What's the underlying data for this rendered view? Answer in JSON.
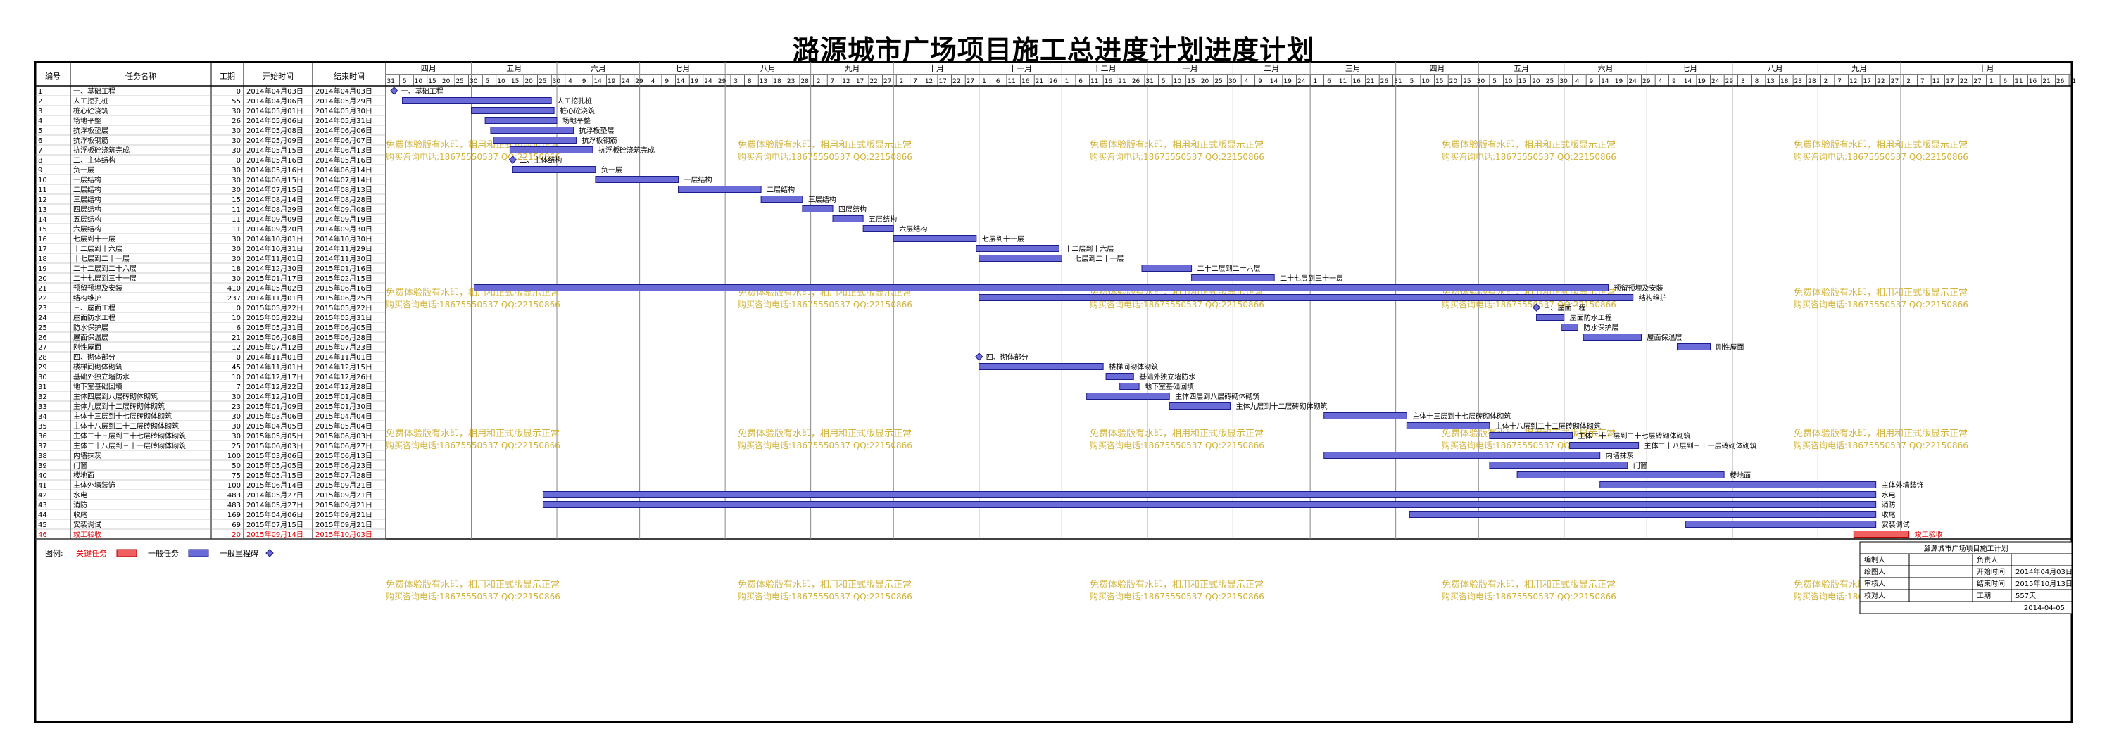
{
  "title": "潞源城市广场项目施工总进度计划进度计划",
  "chart_data": {
    "type": "gantt",
    "timeline_start": "2014-03-31",
    "timeline_end": "2015-12-02",
    "headers": {
      "id": "编号",
      "name": "任务名称",
      "duration": "工期",
      "start": "开始时间",
      "finish": "结束时间"
    },
    "months": [
      {
        "label": "四月",
        "start": "2014-03-31"
      },
      {
        "label": "五月",
        "start": "2014-05-01"
      },
      {
        "label": "六月",
        "start": "2014-06-01"
      },
      {
        "label": "七月",
        "start": "2014-07-01"
      },
      {
        "label": "八月",
        "start": "2014-08-01"
      },
      {
        "label": "九月",
        "start": "2014-09-01"
      },
      {
        "label": "十月",
        "start": "2014-10-01"
      },
      {
        "label": "十一月",
        "start": "2014-11-01"
      },
      {
        "label": "十二月",
        "start": "2014-12-01"
      },
      {
        "label": "一月",
        "start": "2015-01-01"
      },
      {
        "label": "二月",
        "start": "2015-02-01"
      },
      {
        "label": "三月",
        "start": "2015-03-01"
      },
      {
        "label": "四月",
        "start": "2015-04-01"
      },
      {
        "label": "五月",
        "start": "2015-05-01"
      },
      {
        "label": "六月",
        "start": "2015-06-01"
      },
      {
        "label": "七月",
        "start": "2015-07-01"
      },
      {
        "label": "八月",
        "start": "2015-08-01"
      },
      {
        "label": "九月",
        "start": "2015-09-01"
      },
      {
        "label": "十月",
        "start": "2015-10-01"
      }
    ],
    "tasks": [
      {
        "id": "1",
        "name": "一、基础工程",
        "duration": 0,
        "start": "2014年04月03日",
        "finish": "2014年04月03日",
        "type": "milestone",
        "label": "一、基础工程"
      },
      {
        "id": "2",
        "name": "人工挖孔桩",
        "duration": 55,
        "start": "2014年04月06日",
        "finish": "2014年05月29日",
        "type": "task",
        "label": "人工挖孔桩"
      },
      {
        "id": "3",
        "name": "桩心砼浇筑",
        "duration": 30,
        "start": "2014年05月01日",
        "finish": "2014年05月30日",
        "type": "task",
        "label": "桩心砼浇筑"
      },
      {
        "id": "4",
        "name": "场地平整",
        "duration": 26,
        "start": "2014年05月06日",
        "finish": "2014年05月31日",
        "type": "task",
        "label": "场地平整"
      },
      {
        "id": "5",
        "name": "抗浮板垫层",
        "duration": 30,
        "start": "2014年05月08日",
        "finish": "2014年06月06日",
        "type": "task",
        "label": "抗浮板垫层"
      },
      {
        "id": "6",
        "name": "抗浮板钢筋",
        "duration": 30,
        "start": "2014年05月09日",
        "finish": "2014年06月07日",
        "type": "task",
        "label": "抗浮板钢筋"
      },
      {
        "id": "7",
        "name": "抗浮板砼浇筑完成",
        "duration": 30,
        "start": "2014年05月15日",
        "finish": "2014年06月13日",
        "type": "task",
        "label": "抗浮板砼浇筑完成"
      },
      {
        "id": "8",
        "name": "二、主体结构",
        "duration": 0,
        "start": "2014年05月16日",
        "finish": "2014年05月16日",
        "type": "milestone",
        "label": "二、主体结构"
      },
      {
        "id": "9",
        "name": "负一层",
        "duration": 30,
        "start": "2014年05月16日",
        "finish": "2014年06月14日",
        "type": "task",
        "label": "负一层"
      },
      {
        "id": "10",
        "name": "一层结构",
        "duration": 30,
        "start": "2014年06月15日",
        "finish": "2014年07月14日",
        "type": "task",
        "label": "一层结构"
      },
      {
        "id": "11",
        "name": "二层结构",
        "duration": 30,
        "start": "2014年07月15日",
        "finish": "2014年08月13日",
        "type": "task",
        "label": "二层结构"
      },
      {
        "id": "12",
        "name": "三层结构",
        "duration": 15,
        "start": "2014年08月14日",
        "finish": "2014年08月28日",
        "type": "task",
        "label": "三层结构"
      },
      {
        "id": "13",
        "name": "四层结构",
        "duration": 11,
        "start": "2014年08月29日",
        "finish": "2014年09月08日",
        "type": "task",
        "label": "四层结构"
      },
      {
        "id": "14",
        "name": "五层结构",
        "duration": 11,
        "start": "2014年09月09日",
        "finish": "2014年09月19日",
        "type": "task",
        "label": "五层结构"
      },
      {
        "id": "15",
        "name": "六层结构",
        "duration": 11,
        "start": "2014年09月20日",
        "finish": "2014年09月30日",
        "type": "task",
        "label": "六层结构"
      },
      {
        "id": "16",
        "name": "七层到十一层",
        "duration": 30,
        "start": "2014年10月01日",
        "finish": "2014年10月30日",
        "type": "task",
        "label": "七层到十一层"
      },
      {
        "id": "17",
        "name": "十二层到十六层",
        "duration": 30,
        "start": "2014年10月31日",
        "finish": "2014年11月29日",
        "type": "task",
        "label": "十二层到十六层"
      },
      {
        "id": "18",
        "name": "十七层到二十一层",
        "duration": 30,
        "start": "2014年11月01日",
        "finish": "2014年11月30日",
        "type": "task",
        "label": "十七层到二十一层"
      },
      {
        "id": "19",
        "name": "二十二层到二十六层",
        "duration": 18,
        "start": "2014年12月30日",
        "finish": "2015年01月16日",
        "type": "task",
        "label": "二十二层到二十六层"
      },
      {
        "id": "20",
        "name": "二十七层到三十一层",
        "duration": 30,
        "start": "2015年01月17日",
        "finish": "2015年02月15日",
        "type": "task",
        "label": "二十七层到三十一层"
      },
      {
        "id": "21",
        "name": "预留预埋及安装",
        "duration": 410,
        "start": "2014年05月02日",
        "finish": "2015年06月16日",
        "type": "task",
        "label": "预留预埋及安装"
      },
      {
        "id": "22",
        "name": "结构维护",
        "duration": 237,
        "start": "2014年11月01日",
        "finish": "2015年06月25日",
        "type": "task",
        "label": "结构维护"
      },
      {
        "id": "23",
        "name": "三、屋面工程",
        "duration": 0,
        "start": "2015年05月22日",
        "finish": "2015年05月22日",
        "type": "milestone",
        "label": "三、屋面工程"
      },
      {
        "id": "24",
        "name": "屋面防水工程",
        "duration": 10,
        "start": "2015年05月22日",
        "finish": "2015年05月31日",
        "type": "task",
        "label": "屋面防水工程"
      },
      {
        "id": "25",
        "name": "防水保护层",
        "duration": 6,
        "start": "2015年05月31日",
        "finish": "2015年06月05日",
        "type": "task",
        "label": "防水保护层"
      },
      {
        "id": "26",
        "name": "屋面保温层",
        "duration": 21,
        "start": "2015年06月08日",
        "finish": "2015年06月28日",
        "type": "task",
        "label": "屋面保温层"
      },
      {
        "id": "27",
        "name": "刚性屋面",
        "duration": 12,
        "start": "2015年07月12日",
        "finish": "2015年07月23日",
        "type": "task",
        "label": "刚性屋面"
      },
      {
        "id": "28",
        "name": "四、砌体部分",
        "duration": 0,
        "start": "2014年11月01日",
        "finish": "2014年11月01日",
        "type": "milestone",
        "label": "四、砌体部分"
      },
      {
        "id": "29",
        "name": "楼梯间砌体砌筑",
        "duration": 45,
        "start": "2014年11月01日",
        "finish": "2014年12月15日",
        "type": "task",
        "label": "楼梯间砌体砌筑"
      },
      {
        "id": "30",
        "name": "基础外独立墙防水",
        "duration": 10,
        "start": "2014年12月17日",
        "finish": "2014年12月26日",
        "type": "task",
        "label": "基础外独立墙防水"
      },
      {
        "id": "31",
        "name": "地下室基础回填",
        "duration": 7,
        "start": "2014年12月22日",
        "finish": "2014年12月28日",
        "type": "task",
        "label": "地下室基础回填"
      },
      {
        "id": "32",
        "name": "主体四层到八层砖砌体砌筑",
        "duration": 30,
        "start": "2014年12月10日",
        "finish": "2015年01月08日",
        "type": "task",
        "label": "主体四层到八层砖砌体砌筑"
      },
      {
        "id": "33",
        "name": "主体九层到十二层砖砌体砌筑",
        "duration": 23,
        "start": "2015年01月09日",
        "finish": "2015年01月30日",
        "type": "task",
        "label": "主体九层到十二层砖砌体砌筑"
      },
      {
        "id": "34",
        "name": "主体十三层到十七层砖砌体砌筑",
        "duration": 30,
        "start": "2015年03月06日",
        "finish": "2015年04月04日",
        "type": "task",
        "label": "主体十三层到十七层砖砌体砌筑"
      },
      {
        "id": "35",
        "name": "主体十八层到二十二层砖砌体砌筑",
        "duration": 30,
        "start": "2015年04月05日",
        "finish": "2015年05月04日",
        "type": "task",
        "label": "主体十八层到二十二层砖砌体砌筑"
      },
      {
        "id": "36",
        "name": "主体二十三层到二十七层砖砌体砌筑",
        "duration": 30,
        "start": "2015年05月05日",
        "finish": "2015年06月03日",
        "type": "task",
        "label": "主体二十三层到二十七层砖砌体砌筑"
      },
      {
        "id": "37",
        "name": "主体二十八层到三十一层砖砌体砌筑",
        "duration": 25,
        "start": "2015年06月03日",
        "finish": "2015年06月27日",
        "type": "task",
        "label": "主体二十八层到三十一层砖砌体砌筑"
      },
      {
        "id": "38",
        "name": "内墙抹灰",
        "duration": 100,
        "start": "2015年03月06日",
        "finish": "2015年06月13日",
        "type": "task",
        "label": "内墙抹灰"
      },
      {
        "id": "39",
        "name": "门窗",
        "duration": 50,
        "start": "2015年05月05日",
        "finish": "2015年06月23日",
        "type": "task",
        "label": "门窗"
      },
      {
        "id": "40",
        "name": "楼地面",
        "duration": 75,
        "start": "2015年05月15日",
        "finish": "2015年07月28日",
        "type": "task",
        "label": "楼地面"
      },
      {
        "id": "41",
        "name": "主体外墙装饰",
        "duration": 100,
        "start": "2015年06月14日",
        "finish": "2015年09月21日",
        "type": "task",
        "label": "主体外墙装饰"
      },
      {
        "id": "42",
        "name": "水电",
        "duration": 483,
        "start": "2014年05月27日",
        "finish": "2015年09月21日",
        "type": "task",
        "label": "水电"
      },
      {
        "id": "43",
        "name": "消防",
        "duration": 483,
        "start": "2014年05月27日",
        "finish": "2015年09月21日",
        "type": "task",
        "label": "消防"
      },
      {
        "id": "44",
        "name": "收尾",
        "duration": 169,
        "start": "2015年04月06日",
        "finish": "2015年09月21日",
        "type": "task",
        "label": "收尾"
      },
      {
        "id": "45",
        "name": "安装调试",
        "duration": 69,
        "start": "2015年07月15日",
        "finish": "2015年09月21日",
        "type": "task",
        "label": "安装调试"
      },
      {
        "id": "46",
        "name": "竣工验收",
        "duration": 20,
        "start": "2015年09月14日",
        "finish": "2015年10月03日",
        "type": "critical",
        "label": "竣工验收"
      }
    ],
    "watermark": {
      "line1": "免费体验版有水印，相用和正式版显示正常",
      "line2": "购买咨询电话:18675550537 QQ:22150866"
    },
    "legend": {
      "label": "图例:",
      "critical": "关键任务",
      "normal": "一般任务",
      "milestone": "一般里程碑"
    },
    "info_panel": {
      "title": "潞源城市广场项目施工计划",
      "rows": [
        [
          "编制人",
          "",
          "负责人",
          ""
        ],
        [
          "绘图人",
          "",
          "开始时间",
          "2014年04月03日"
        ],
        [
          "审核人",
          "",
          "结束时间",
          "2015年10月13日"
        ],
        [
          "校对人",
          "",
          "工期",
          "557天"
        ]
      ],
      "date": "2014-04-05"
    },
    "colors": {
      "bar": "#6b6bd8",
      "bar_stroke": "#1c1c8a",
      "critical": "#f06060",
      "critical_text": "#e00000",
      "watermark": "#d2b43c"
    }
  }
}
